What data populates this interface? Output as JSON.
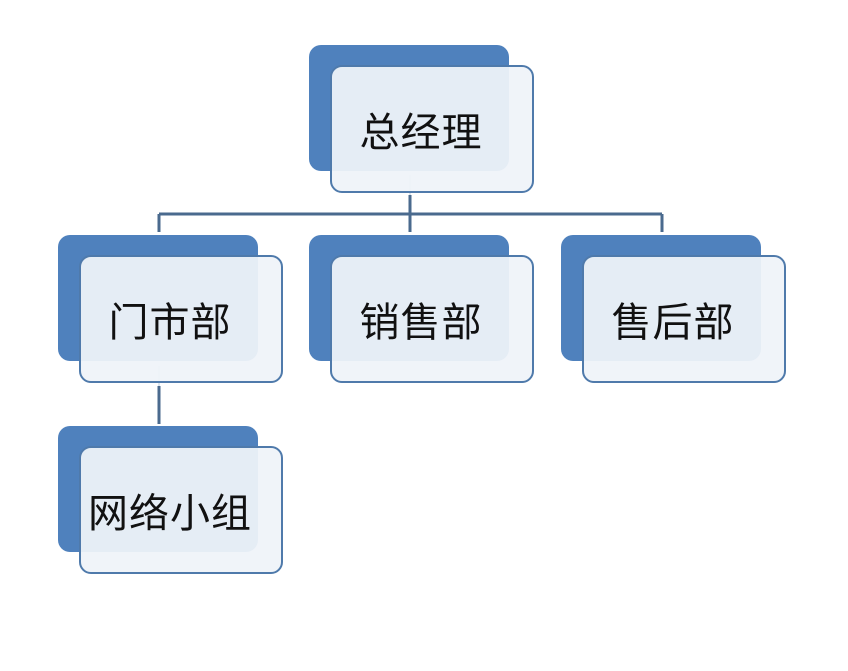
{
  "org_chart": {
    "root": {
      "label": "总经理"
    },
    "departments": [
      {
        "label": "门市部"
      },
      {
        "label": "销售部"
      },
      {
        "label": "售后部"
      }
    ],
    "sub_units": [
      {
        "label": "网络小组",
        "parent": "门市部"
      }
    ]
  },
  "colors": {
    "node_back": "#4f81bd",
    "node_front": "#eff3f9",
    "node_border": "#4f7aab",
    "connector": "#4a6a8e"
  }
}
